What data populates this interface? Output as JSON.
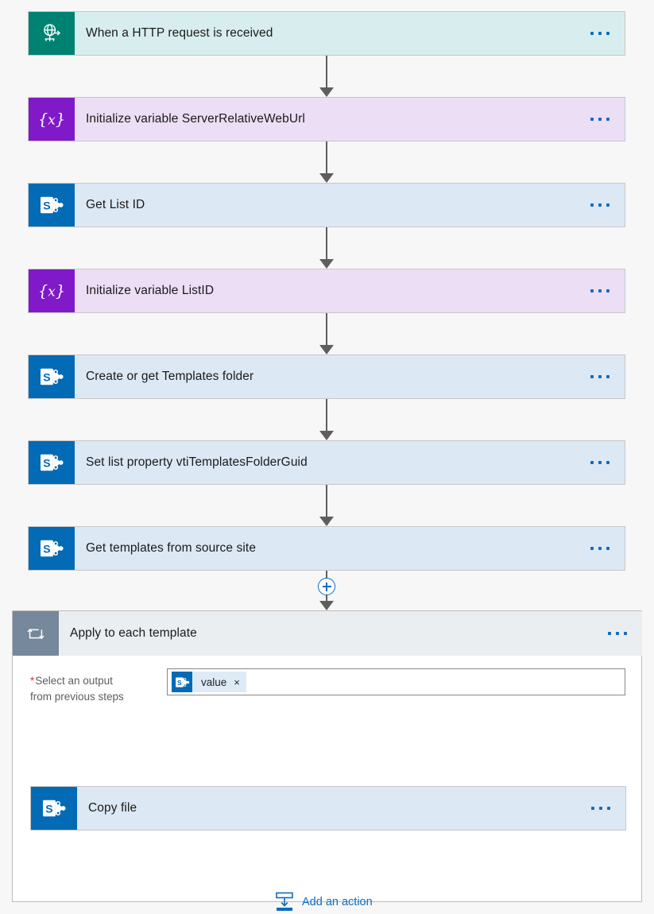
{
  "canvas": {
    "background": "#f7f7f7",
    "accent_color": "#0f6cbd"
  },
  "flow": {
    "steps": [
      {
        "id": "trigger-http",
        "title": "When a HTTP request is received",
        "type": "trigger",
        "connector": "Request",
        "icon": "globe-request-icon",
        "icon_bg": "#008272",
        "card_bg": "#d8eeee",
        "menu": "more-commands"
      },
      {
        "id": "init-var-serverrelativeweburl",
        "title": "Initialize variable ServerRelativeWebUrl",
        "type": "action",
        "connector": "Variables",
        "icon": "variable-braces-icon",
        "icon_bg": "#8019c8",
        "card_bg": "#ecdef5",
        "menu": "more-commands"
      },
      {
        "id": "get-list-id",
        "title": "Get List ID",
        "type": "action",
        "connector": "SharePoint",
        "icon": "sharepoint-icon",
        "icon_bg": "#036ab5",
        "card_bg": "#dce8f4",
        "menu": "more-commands"
      },
      {
        "id": "init-var-listid",
        "title": "Initialize variable ListID",
        "type": "action",
        "connector": "Variables",
        "icon": "variable-braces-icon",
        "icon_bg": "#8019c8",
        "card_bg": "#ecdef5",
        "menu": "more-commands"
      },
      {
        "id": "create-or-get-templates-folder",
        "title": "Create or get Templates folder",
        "type": "action",
        "connector": "SharePoint",
        "icon": "sharepoint-icon",
        "icon_bg": "#036ab5",
        "card_bg": "#dce8f4",
        "menu": "more-commands"
      },
      {
        "id": "set-list-property-vtitemplatesfolderguid",
        "title": "Set list property vtiTemplatesFolderGuid",
        "type": "action",
        "connector": "SharePoint",
        "icon": "sharepoint-icon",
        "icon_bg": "#036ab5",
        "card_bg": "#dce8f4",
        "menu": "more-commands"
      },
      {
        "id": "get-templates-from-source-site",
        "title": "Get templates from source site",
        "type": "action",
        "connector": "SharePoint",
        "icon": "sharepoint-icon",
        "icon_bg": "#036ab5",
        "card_bg": "#dce8f4",
        "menu": "more-commands"
      }
    ],
    "insert_button": {
      "name": "insert-new-step-button",
      "icon": "plus-icon",
      "color": "#0f6cbd"
    }
  },
  "scope": {
    "header": {
      "title": "Apply to each template",
      "icon": "loop-arrows-icon",
      "icon_bg": "#76889b",
      "card_bg": "#eaeef1",
      "menu": "more-commands"
    },
    "field": {
      "required_marker": "*",
      "label_line1": "Select an output",
      "label_line2": "from previous steps",
      "token": {
        "text": "value",
        "icon": "sharepoint-icon",
        "remove": "×"
      }
    },
    "inner_steps": [
      {
        "id": "copy-file",
        "title": "Copy file",
        "type": "action",
        "connector": "SharePoint",
        "icon": "sharepoint-icon",
        "icon_bg": "#036ab5",
        "card_bg": "#dce8f4",
        "menu": "more-commands"
      }
    ],
    "add_action": {
      "label": "Add an action",
      "icon": "insert-action-icon",
      "color": "#0f6cbd"
    }
  }
}
